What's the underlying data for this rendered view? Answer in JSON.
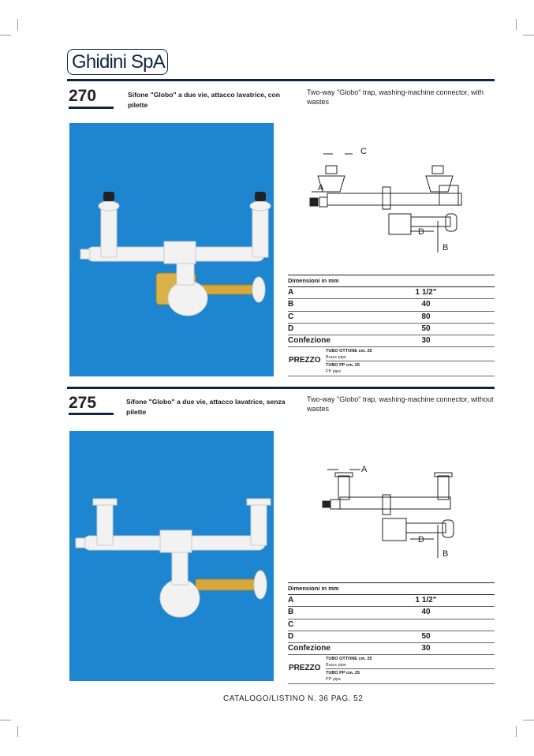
{
  "brand": {
    "logo_text": "Ghidini SpA"
  },
  "products": [
    {
      "code": "270",
      "title_it": "Sifone \"Globo\" a due vie, attacco lavatrice, con pilette",
      "title_en": "Two-way \"Globo\" trap, washing-machine connector, with wastes",
      "diagram_labels": [
        "A",
        "B",
        "C",
        "D"
      ],
      "table": {
        "header": "Dimensioni in mm",
        "rows": [
          {
            "label": "A",
            "value": "1 1/2\""
          },
          {
            "label": "B",
            "value": "40"
          },
          {
            "label": "C",
            "value": "80"
          },
          {
            "label": "D",
            "value": "50"
          },
          {
            "label": "Confezione",
            "value": "30"
          }
        ],
        "price_label": "PREZZO",
        "price_options": [
          {
            "title": "TUBO OTTONE cm. 25",
            "subtitle": "Brass pipe"
          },
          {
            "title": "TUBO PP cm. 25",
            "subtitle": "PP pipe"
          }
        ]
      }
    },
    {
      "code": "275",
      "title_it": "Sifone \"Globo\" a due vie, attacco lavatrice, senza pilette",
      "title_en": "Two-way \"Globo\" trap, washing-machine connector, without wastes",
      "diagram_labels": [
        "A",
        "B",
        "D"
      ],
      "table": {
        "header": "Dimensioni in mm",
        "rows": [
          {
            "label": "A",
            "value": "1 1/2\""
          },
          {
            "label": "B",
            "value": "40"
          },
          {
            "label": "C",
            "value": ""
          },
          {
            "label": "D",
            "value": "50"
          },
          {
            "label": "Confezione",
            "value": "30"
          }
        ],
        "price_label": "PREZZO",
        "price_options": [
          {
            "title": "TUBO OTTONE cm. 25",
            "subtitle": "Brass pipe"
          },
          {
            "title": "TUBO PP cm. 25",
            "subtitle": "PP pipe"
          }
        ]
      }
    }
  ],
  "footer": {
    "text": "CATALOGO/LISTINO N. 36 PAG. 52"
  },
  "colors": {
    "rule": "#0f2444",
    "photo_bg": "#1e86d0",
    "brass": "#c8a040"
  }
}
